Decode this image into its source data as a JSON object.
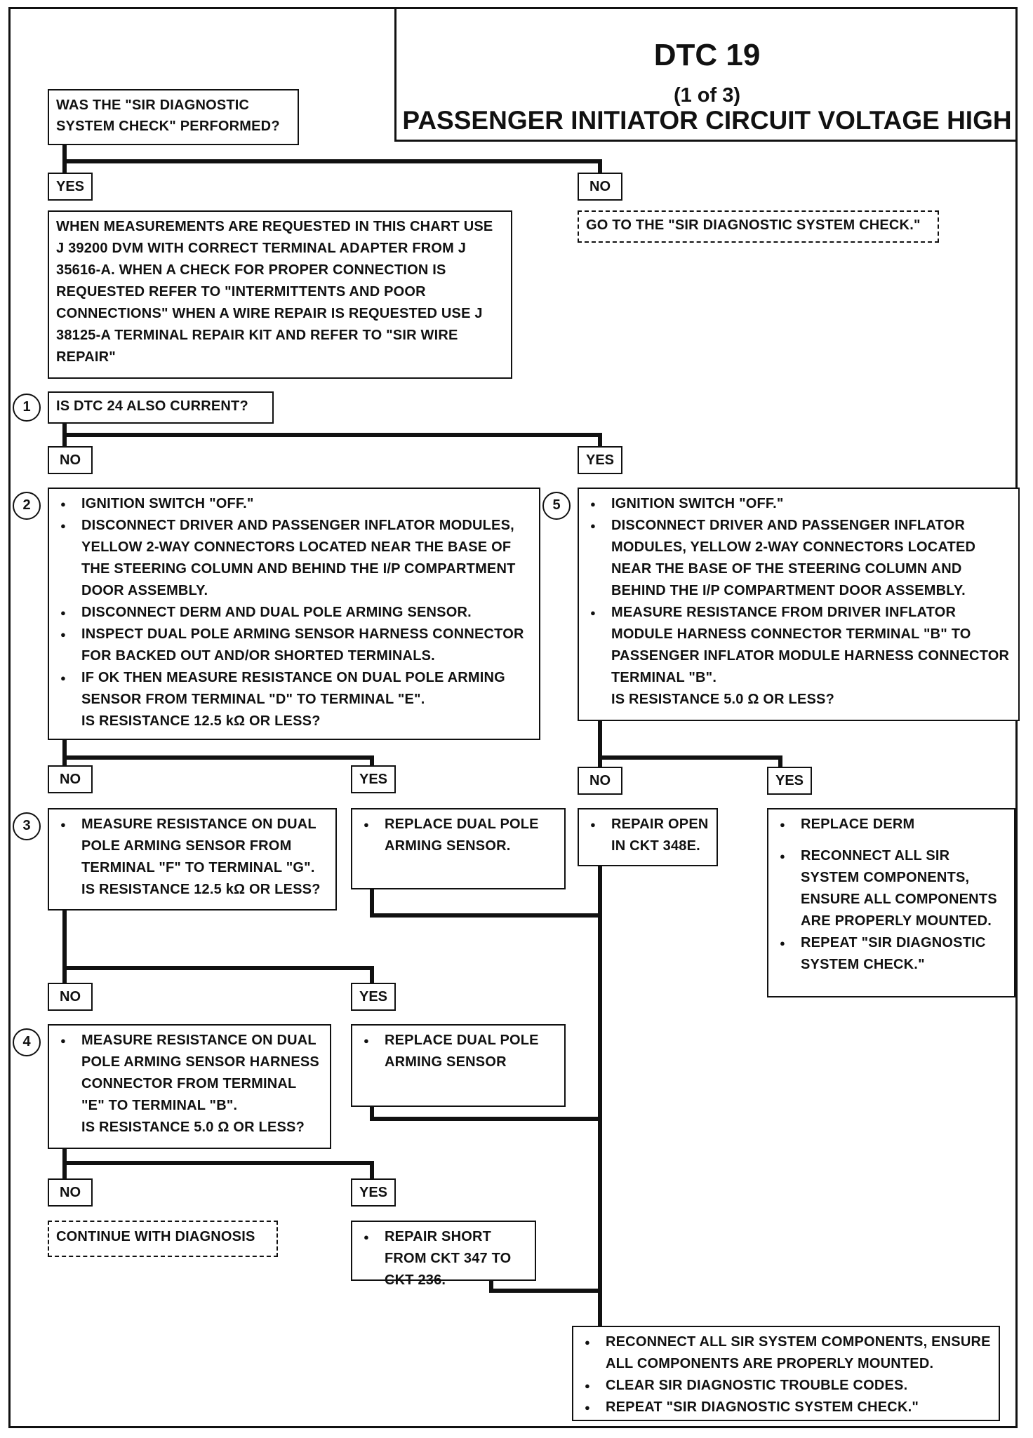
{
  "header": {
    "title": "DTC 19",
    "subtitle": "(1 of 3)",
    "name": "PASSENGER INITIATOR CIRCUIT VOLTAGE HIGH"
  },
  "start": {
    "text": "WAS THE \"SIR DIAGNOSTIC SYSTEM CHECK\" PERFORMED?"
  },
  "branch0": {
    "yes": "YES",
    "no": "NO"
  },
  "goto_check": "GO TO THE \"SIR DIAGNOSTIC SYSTEM CHECK.\"",
  "intro": {
    "text": "WHEN MEASUREMENTS ARE REQUESTED IN THIS CHART USE J 39200 DVM WITH CORRECT TERMINAL ADAPTER FROM J 35616-A.  WHEN A CHECK FOR PROPER CONNECTION IS REQUESTED REFER TO \"INTERMITTENTS AND POOR CONNECTIONS\" WHEN A WIRE REPAIR IS REQUESTED USE J 38125-A TERMINAL REPAIR KIT AND REFER TO \"SIR WIRE REPAIR\""
  },
  "step1": {
    "num": "1",
    "text": "IS DTC 24 ALSO CURRENT?"
  },
  "branch1": {
    "no": "NO",
    "yes": "YES"
  },
  "step2": {
    "num": "2",
    "bullets": [
      "IGNITION SWITCH \"OFF.\"",
      "DISCONNECT DRIVER AND PASSENGER INFLATOR MODULES, YELLOW 2-WAY CONNECTORS LOCATED NEAR THE BASE OF THE STEERING COLUMN AND BEHIND THE I/P COMPARTMENT DOOR ASSEMBLY.",
      "DISCONNECT DERM AND DUAL POLE ARMING SENSOR.",
      "INSPECT DUAL POLE ARMING SENSOR HARNESS CONNECTOR FOR BACKED OUT AND/OR SHORTED TERMINALS.",
      "IF OK THEN MEASURE RESISTANCE ON DUAL POLE ARMING SENSOR FROM TERMINAL \"D\" TO TERMINAL \"E\"."
    ],
    "question": "IS RESISTANCE 12.5 kΩ OR LESS?"
  },
  "step5": {
    "num": "5",
    "bullets": [
      "IGNITION SWITCH \"OFF.\"",
      "DISCONNECT DRIVER AND PASSENGER INFLATOR MODULES, YELLOW 2-WAY CONNECTORS LOCATED NEAR THE BASE OF THE STEERING COLUMN AND BEHIND  THE I/P COMPARTMENT DOOR ASSEMBLY.",
      "MEASURE RESISTANCE FROM DRIVER INFLATOR MODULE HARNESS CONNECTOR TERMINAL \"B\" TO PASSENGER INFLATOR MODULE HARNESS CONNECTOR TERMINAL \"B\"."
    ],
    "question": "IS RESISTANCE 5.0 Ω OR LESS?"
  },
  "branch2": {
    "no": "NO",
    "yes": "YES"
  },
  "branch5": {
    "no": "NO",
    "yes": "YES"
  },
  "step3": {
    "num": "3",
    "bullets": [
      "MEASURE RESISTANCE ON DUAL POLE ARMING SENSOR FROM TERMINAL \"F\" TO TERMINAL \"G\"."
    ],
    "question": "IS RESISTANCE 12.5 kΩ OR LESS?"
  },
  "replace_sensor_a": "REPLACE DUAL POLE ARMING SENSOR.",
  "repair_open": "REPAIR OPEN IN CKT 348E.",
  "replace_derm": {
    "bullets": [
      "REPLACE DERM",
      "RECONNECT ALL SIR SYSTEM COMPONENTS, ENSURE ALL COMPONENTS ARE PROPERLY MOUNTED.",
      "REPEAT \"SIR DIAGNOSTIC SYSTEM CHECK.\""
    ]
  },
  "branch3": {
    "no": "NO",
    "yes": "YES"
  },
  "step4": {
    "num": "4",
    "bullets": [
      "MEASURE RESISTANCE ON DUAL POLE ARMING SENSOR HARNESS CONNECTOR FROM TERMINAL \"E\" TO TERMINAL \"B\"."
    ],
    "question": "IS RESISTANCE 5.0 Ω OR LESS?"
  },
  "replace_sensor_b": "REPLACE DUAL POLE ARMING SENSOR",
  "branch4": {
    "no": "NO",
    "yes": "YES"
  },
  "continue": "CONTINUE WITH DIAGNOSIS",
  "repair_short": "REPAIR SHORT FROM CKT 347 TO CKT 236.",
  "final": {
    "bullets": [
      "RECONNECT ALL SIR SYSTEM COMPONENTS, ENSURE ALL COMPONENTS ARE PROPERLY MOUNTED.",
      "CLEAR SIR DIAGNOSTIC TROUBLE CODES.",
      "REPEAT \"SIR DIAGNOSTIC SYSTEM CHECK.\""
    ]
  }
}
